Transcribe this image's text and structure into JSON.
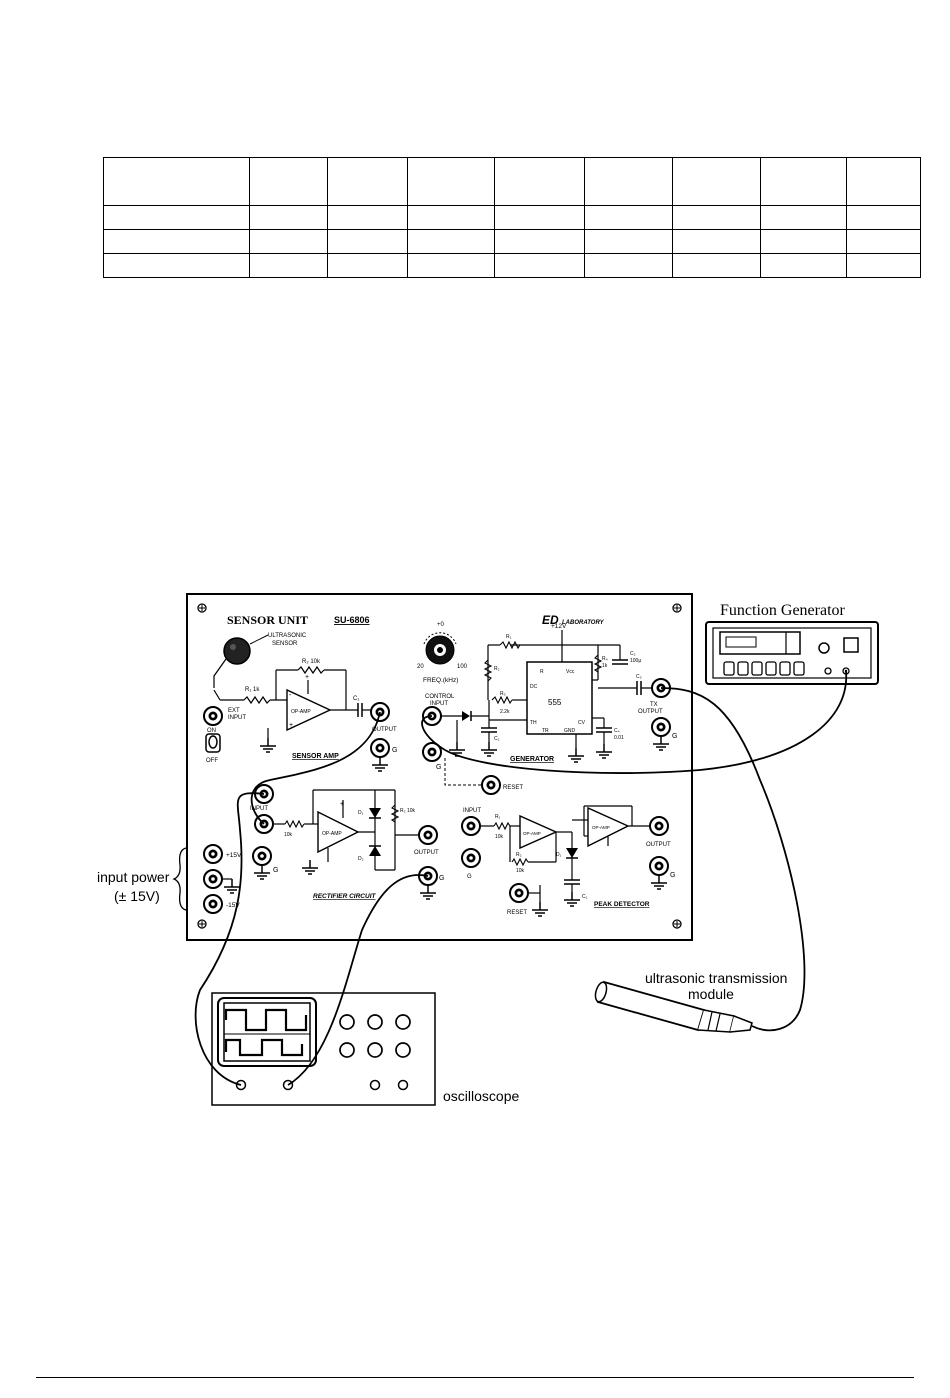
{
  "table": {
    "rows": 4,
    "cols": 9
  },
  "panel": {
    "title": "SENSOR UNIT",
    "model": "SU-6806",
    "brand": "ED",
    "brand_sub": "LABORATORY",
    "ultrasonic_sensor_1": "ULTRASONIC",
    "ultrasonic_sensor_2": "SENSOR",
    "ext_input_1": "EXT",
    "ext_input_2": "INPUT",
    "switch_on": "ON",
    "switch_off": "OFF",
    "r1_top": "R₁ 1k",
    "r2_top": "R₂ 10k",
    "c1": "C₁",
    "opamp": "OP-AMP",
    "sensor_amp": "SENSOR AMP",
    "output": "OUTPUT",
    "g": "G",
    "freq_plus": "+0",
    "freq_20": "20",
    "freq_100": "100",
    "freq_label": "FREQ.(kHz)",
    "control_input_1": "CONTROL",
    "control_input_2": "INPUT",
    "plus12v": "+12V",
    "ic555": "555",
    "generator": "GENERATOR",
    "reset": "RESET",
    "tx_output_1": "TX",
    "tx_output_2": "OUTPUT",
    "input": "INPUT",
    "plus15v": "+15V",
    "minus15v": "-15V",
    "rectifier": "RECTIFIER CIRCUIT",
    "peak_detector": "PEAK DETECTOR",
    "r_10k": "10k",
    "d1": "D₁",
    "d2": "D₂",
    "r2_10k": "R₂ 10k"
  },
  "labels": {
    "function_generator": "Function Generator",
    "input_power_1": "input power",
    "input_power_2": "(± 15V)",
    "ultrasonic_module_1": "ultrasonic transmission",
    "ultrasonic_module_2": "module",
    "oscilloscope": "oscilloscope"
  },
  "colors": {
    "ink": "#000000",
    "paper": "#ffffff"
  }
}
